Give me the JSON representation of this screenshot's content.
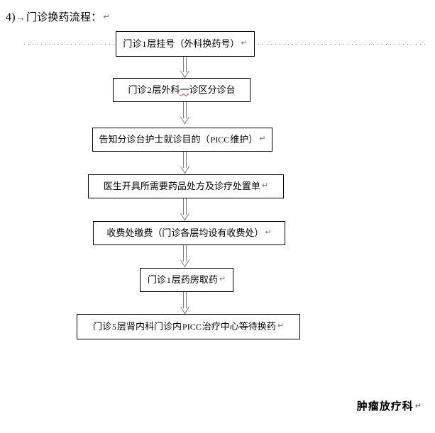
{
  "document": {
    "title_number": "4)",
    "tab_mark": "→",
    "title_text": "门诊换药流程：",
    "paragraph_mark": "↵"
  },
  "flowchart": {
    "type": "vertical-flowchart",
    "arrow_style": "double-line-open-arrow",
    "steps": [
      {
        "id": "step-1",
        "text_full": "门诊 1 层挂号（外科换药号）",
        "seg_a": "门诊",
        "seg_num": "1",
        "seg_b": "层挂号（外科换药号）",
        "has_pilcrow": true
      },
      {
        "id": "step-2",
        "text_full": "门诊 2 层外科一诊区分诊台",
        "seg_a": "门诊",
        "seg_num": "2",
        "seg_b": "层外科",
        "seg_squiggle": "一",
        "seg_c": "诊区分诊台",
        "has_pilcrow": false
      },
      {
        "id": "step-3",
        "text_full": "告知分诊台护士就诊目的（PICC 维护）",
        "seg_a": "告知分诊台护士就诊目的（",
        "seg_num": "PICC",
        "seg_b": "维护）",
        "has_pilcrow": true
      },
      {
        "id": "step-4",
        "text_full": "医生开具所需要药品处方及诊疗处置单",
        "seg_a": "医生开具所需要药品处方及诊疗处置单",
        "has_pilcrow": true
      },
      {
        "id": "step-5",
        "text_full": "收费处缴费（门诊各层均设有收费处）",
        "seg_a": "收费处缴费（门诊各层均设有收费处）",
        "has_pilcrow": true
      },
      {
        "id": "step-6",
        "text_full": "门诊 1 层药房取药",
        "seg_a": "门诊",
        "seg_num": "1",
        "seg_b": "层药房取药",
        "has_pilcrow": true
      },
      {
        "id": "step-7",
        "text_full": "门诊 5 层肾内科门诊内 PICC 治疗中心等待换药",
        "seg_a": "门诊",
        "seg_num": "5",
        "seg_b": "层肾内科门诊内",
        "seg_num2": "PICC",
        "seg_c": "治疗中心等待换药",
        "has_pilcrow": true
      }
    ]
  },
  "footer": {
    "department": "肿瘤放疗科",
    "paragraph_mark": "↵"
  },
  "colors": {
    "box_border": "#000000",
    "arrow": "#7d7d7d",
    "dotted_rule": "#9a8f86",
    "pilcrow": "#6d6d9e",
    "squiggle": "#cc2a2a",
    "text": "#000000",
    "background": "#ffffff"
  }
}
